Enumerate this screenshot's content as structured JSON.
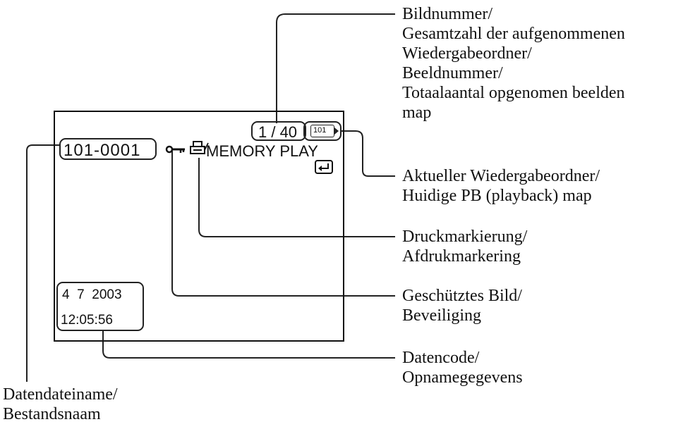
{
  "screen": {
    "counter": "1 / 40",
    "folder_badge": "101",
    "file_name": "101-0001",
    "mode_text": "MEMORY PLAY",
    "date": "4  7  2003",
    "time": "12:05:56",
    "icons": [
      "protect-key-icon",
      "print-mark-icon",
      "return-icon",
      "folder-badge-icon"
    ]
  },
  "callouts": {
    "image_number": {
      "line1": "Bildnummer/",
      "line2": "Gesamtzahl der aufgenommenen",
      "line3": "Wiedergabeordner/",
      "line4": "Beeldnummer/",
      "line5": "Totaalaantal opgenomen beelden",
      "line6": "map"
    },
    "current_folder": {
      "line1": "Aktueller Wiedergabeordner/",
      "line2": "Huidige PB (playback) map"
    },
    "print_mark": {
      "line1": "Druckmarkierung/",
      "line2": "Afdrukmarkering"
    },
    "protected": {
      "line1": "Geschütztes Bild/",
      "line2": "Beveiliging"
    },
    "data_code": {
      "line1": "Datencode/",
      "line2": "Opnamegegevens"
    },
    "file_name": {
      "line1": "Datendateiname/",
      "line2": "Bestandsnaam"
    }
  }
}
